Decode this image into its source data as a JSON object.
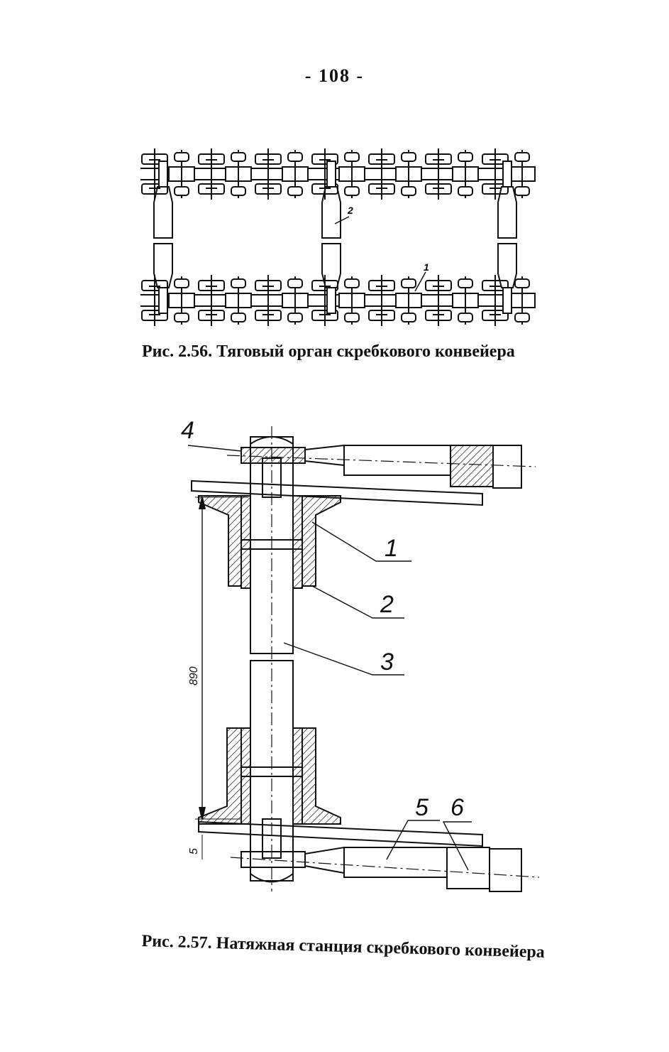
{
  "page": {
    "number": "- 108 -"
  },
  "figure1": {
    "caption": "Рис. 2.56.  Тяговый орган скребкового конвейера",
    "labels": [
      "1",
      "2"
    ]
  },
  "figure2": {
    "caption": "Рис. 2.57. Натяжная станция скребкового конвейера",
    "labels": [
      "1",
      "2",
      "3",
      "4",
      "5",
      "6"
    ],
    "dimensions": [
      "890",
      "5"
    ]
  }
}
